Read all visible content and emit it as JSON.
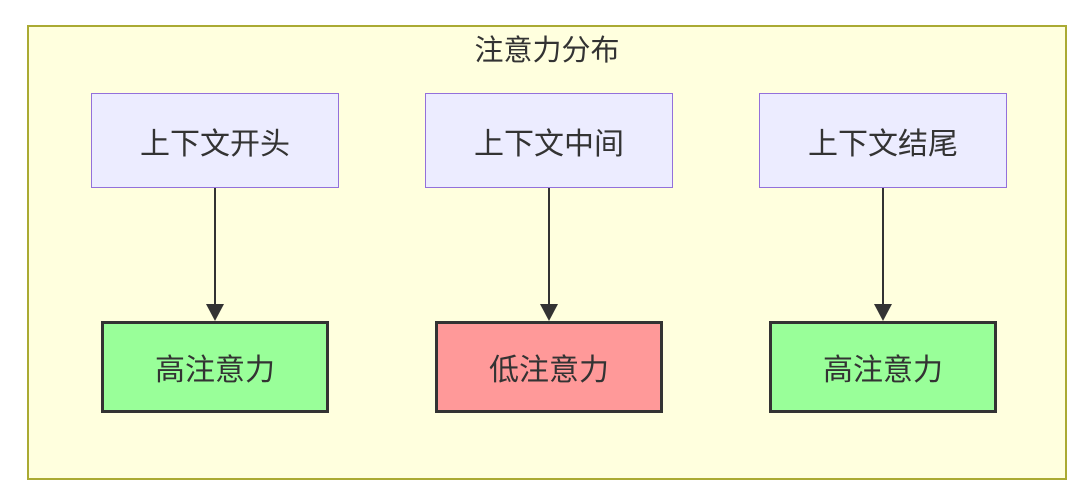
{
  "diagram": {
    "title": "注意力分布",
    "columns": [
      {
        "source": "上下文开头",
        "target": "高注意力",
        "attention": "high"
      },
      {
        "source": "上下文中间",
        "target": "低注意力",
        "attention": "low"
      },
      {
        "source": "上下文结尾",
        "target": "高注意力",
        "attention": "high"
      }
    ],
    "colors": {
      "frame_fill": "#FFFFDE",
      "frame_border": "#AAAA33",
      "source_fill": "#ECECFF",
      "source_border": "#9370DB",
      "high_fill": "#99FF99",
      "low_fill": "#FF9999",
      "result_border": "#333333",
      "arrow": "#333333",
      "text": "#333333"
    }
  }
}
